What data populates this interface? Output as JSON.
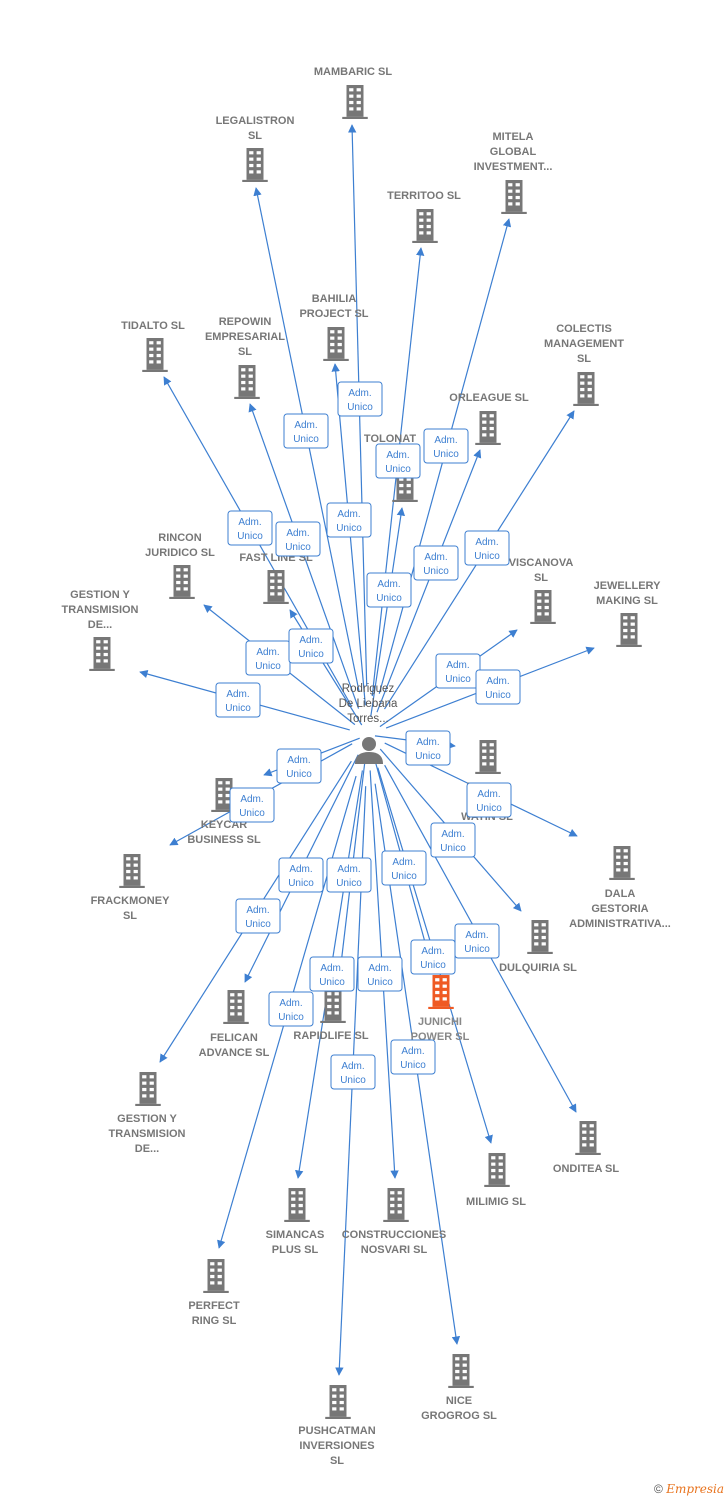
{
  "colors": {
    "edge": "#3d7fd1",
    "node": "#777777",
    "highlight": "#ef5a24",
    "badge_border": "#3d7fd1"
  },
  "center": {
    "lines": [
      "Rodriguez",
      "De Liebana",
      "Torres..."
    ],
    "icon": "person-icon"
  },
  "relation_label": [
    "Adm.",
    "Unico"
  ],
  "footer": {
    "copyright": "©",
    "brand": "Empresia"
  },
  "nodes": [
    {
      "id": "mambaric",
      "lines": [
        "MAMBARIC  SL"
      ]
    },
    {
      "id": "legalistron",
      "lines": [
        "LEGALISTRON",
        "SL"
      ]
    },
    {
      "id": "mitela",
      "lines": [
        "MITELA",
        "GLOBAL",
        "INVESTMENT..."
      ]
    },
    {
      "id": "territoo",
      "lines": [
        "TERRITOO  SL"
      ]
    },
    {
      "id": "bahilia",
      "lines": [
        "BAHILIA",
        "PROJECT  SL"
      ]
    },
    {
      "id": "tidalto",
      "lines": [
        "TIDALTO  SL"
      ]
    },
    {
      "id": "repowin",
      "lines": [
        "REPOWIN",
        "EMPRESARIAL",
        "SL"
      ]
    },
    {
      "id": "colectis",
      "lines": [
        "COLECTIS",
        "MANAGEMENT",
        "SL"
      ]
    },
    {
      "id": "orleague",
      "lines": [
        "ORLEAGUE  SL"
      ]
    },
    {
      "id": "tolonat",
      "lines": [
        "TOLONAT",
        "G..."
      ]
    },
    {
      "id": "rincon",
      "lines": [
        "RINCON",
        "JURIDICO SL"
      ]
    },
    {
      "id": "fastline",
      "lines": [
        "FAST LINE  SL"
      ]
    },
    {
      "id": "viscanova",
      "lines": [
        "VISCANOVA",
        "SL"
      ]
    },
    {
      "id": "jewellery",
      "lines": [
        "JEWELLERY",
        "MAKING  SL"
      ]
    },
    {
      "id": "gestion1",
      "lines": [
        "GESTION Y",
        "TRANSMISION",
        "DE..."
      ]
    },
    {
      "id": "tecnis",
      "lines": [
        "TECNIS",
        "ISLAN",
        "WATIN  SL"
      ]
    },
    {
      "id": "keycar",
      "lines": [
        "KEYCAR",
        "BUSINESS  SL"
      ]
    },
    {
      "id": "dala",
      "lines": [
        "DALA",
        "GESTORIA",
        "ADMINISTRATIVA..."
      ]
    },
    {
      "id": "frackmoney",
      "lines": [
        "FRACKMONEY",
        "SL"
      ]
    },
    {
      "id": "dulquiria",
      "lines": [
        "DULQUIRIA  SL"
      ]
    },
    {
      "id": "junichi",
      "lines": [
        "JUNICHI",
        "POWER  SL"
      ],
      "highlight": true
    },
    {
      "id": "felican",
      "lines": [
        "FELICAN",
        "ADVANCE  SL"
      ]
    },
    {
      "id": "rapidlife",
      "lines": [
        "RAPIDLIFE  SL"
      ]
    },
    {
      "id": "gestion2",
      "lines": [
        "GESTION Y",
        "TRANSMISION",
        "DE..."
      ]
    },
    {
      "id": "onditea",
      "lines": [
        "ONDITEA  SL"
      ]
    },
    {
      "id": "milimig",
      "lines": [
        "MILIMIG  SL"
      ]
    },
    {
      "id": "simancas",
      "lines": [
        "SIMANCAS",
        "PLUS  SL"
      ]
    },
    {
      "id": "construcciones",
      "lines": [
        "CONSTRUCCIONES",
        "NOSVARI SL"
      ]
    },
    {
      "id": "perfect",
      "lines": [
        "PERFECT",
        "RING  SL"
      ]
    },
    {
      "id": "nice",
      "lines": [
        "NICE",
        "GROGROG  SL"
      ]
    },
    {
      "id": "pushcatman",
      "lines": [
        "PUSHCATMAN",
        "INVERSIONES",
        "SL"
      ]
    }
  ]
}
